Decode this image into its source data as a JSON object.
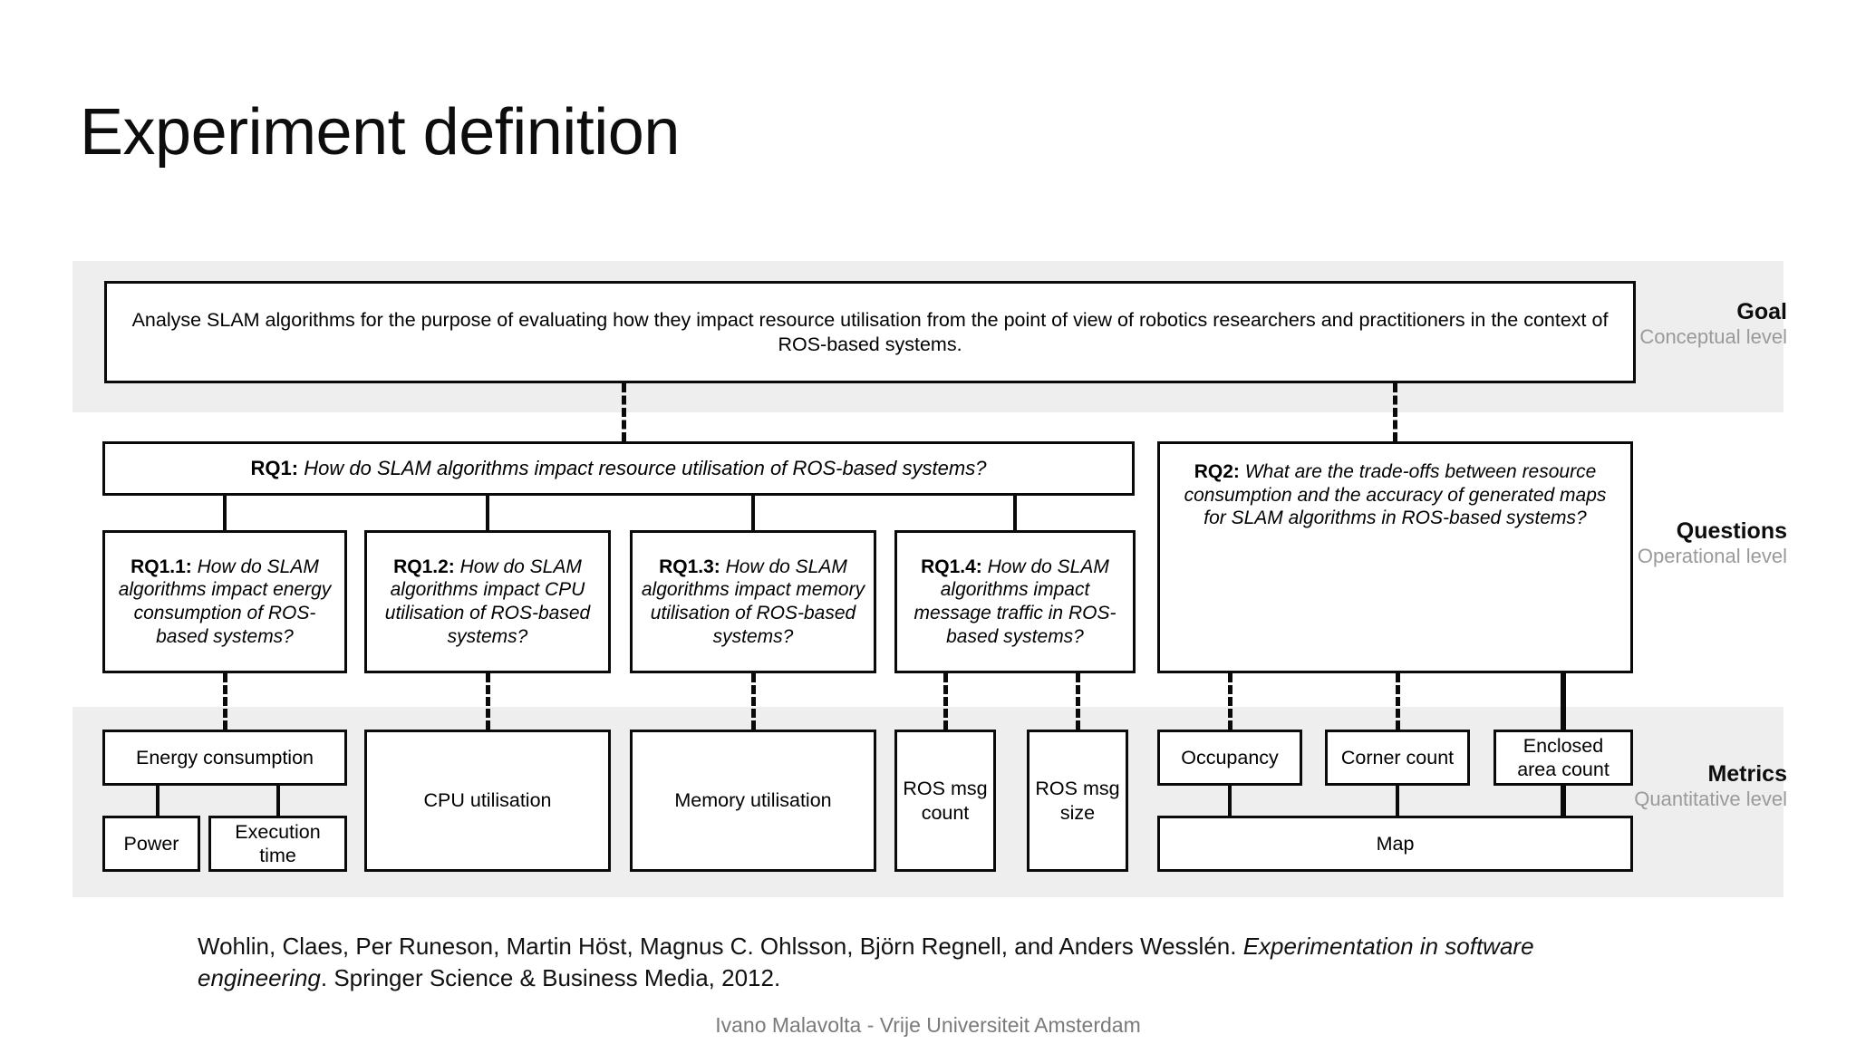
{
  "slide": {
    "title": "Experiment definition",
    "footer": "Ivano Malavolta - Vrije Universiteit Amsterdam"
  },
  "colors": {
    "band": "#eeeeee",
    "box_border": "#0a0a0a",
    "text": "#000000",
    "muted": "#9a9a9a",
    "footer_text": "#7a7a7a"
  },
  "levels": [
    {
      "title": "Goal",
      "subtitle": "Conceptual level"
    },
    {
      "title": "Questions",
      "subtitle": "Operational level"
    },
    {
      "title": "Metrics",
      "subtitle": "Quantitative level"
    }
  ],
  "goal": {
    "text": "Analyse SLAM algorithms for the purpose of evaluating how they impact resource utilisation from the point of view of robotics researchers and practitioners in the context of ROS-based systems."
  },
  "questions": {
    "rq1": {
      "label": "RQ1:",
      "text": "How do SLAM algorithms impact resource utilisation of ROS-based systems?"
    },
    "rq2": {
      "label": "RQ2:",
      "text": "What are the trade-offs between resource consumption and the accuracy of generated maps for SLAM algorithms in ROS-based systems?"
    },
    "sub": [
      {
        "label": "RQ1.1:",
        "text": "How do SLAM algorithms impact energy consumption of ROS-based systems?"
      },
      {
        "label": "RQ1.2:",
        "text": "How do SLAM algorithms impact CPU utilisation of ROS-based systems?"
      },
      {
        "label": "RQ1.3:",
        "text": "How do SLAM algorithms impact memory utilisation of ROS-based systems?"
      },
      {
        "label": "RQ1.4:",
        "text": "How do SLAM algorithms impact message traffic in ROS-based systems?"
      }
    ]
  },
  "metrics": {
    "energy_consumption": "Energy consumption",
    "power": "Power",
    "execution_time": "Execution time",
    "cpu_utilisation": "CPU utilisation",
    "memory_utilisation": "Memory utilisation",
    "ros_msg_count": "ROS msg count",
    "ros_msg_size": "ROS msg size",
    "occupancy": "Occupancy",
    "corner_count": "Corner count",
    "enclosed_area_count": "Enclosed area count",
    "map": "Map"
  },
  "citation": {
    "authors_prefix": "Wohlin, Claes, Per Runeson, Martin Höst, Magnus C. Ohlsson, Björn Regnell, and Anders Wesslén. ",
    "title_italic": "Experimentation in software engineering",
    "suffix": ". Springer Science & Business Media, 2012."
  }
}
